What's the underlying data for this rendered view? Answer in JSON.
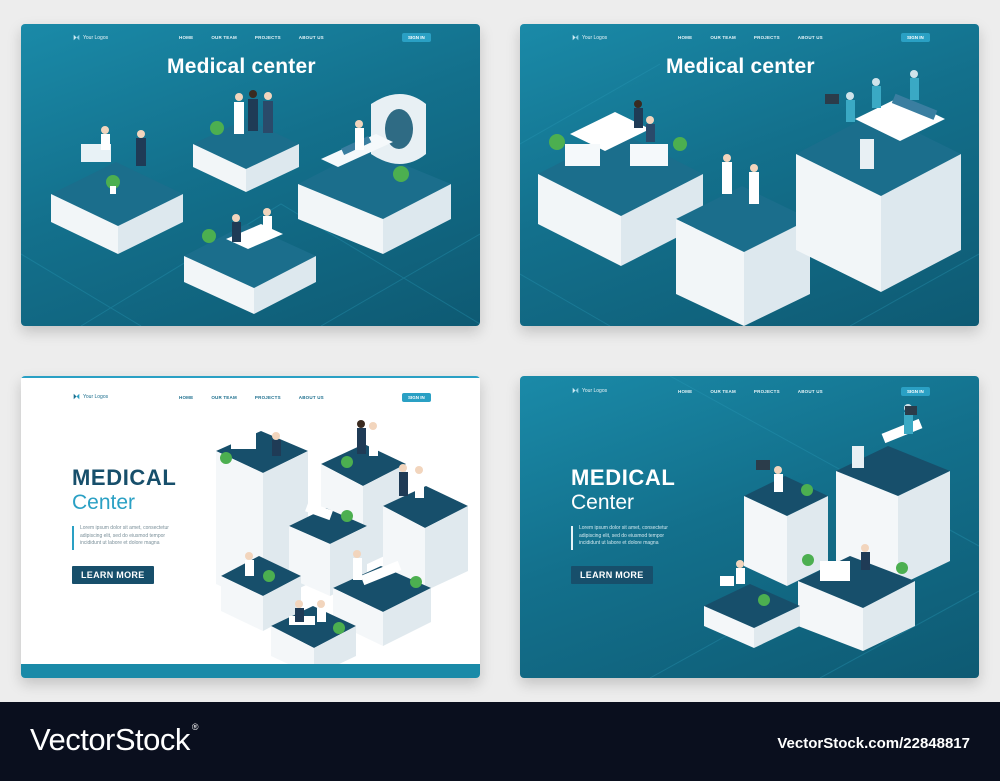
{
  "nav": {
    "logo_text": "Your Logos",
    "links": [
      "HOME",
      "OUR TEAM",
      "PROJECTS",
      "ABOUT US"
    ],
    "signin": "SIGN IN"
  },
  "panels": [
    {
      "title": "Medical center"
    },
    {
      "title": "Medical center"
    },
    {
      "hero_line1": "MEDICAL",
      "hero_line2": "Center",
      "lorem": "Lorem ipsum dolor sit amet, consectetur adipiscing elit, sed do eiusmod tempor incididunt ut labore et dolore magna",
      "button": "LEARN MORE"
    },
    {
      "hero_line1": "MEDICAL",
      "hero_line2": "Center",
      "lorem": "Lorem ipsum dolor sit amet, consectetur adipiscing elit, sed do eiusmod tempor incididunt ut labore et dolore magna",
      "button": "LEARN MORE"
    }
  ],
  "colors": {
    "teal_dark": "#0e5a73",
    "teal": "#1a8aa8",
    "accent": "#2aa0c4",
    "button": "#174f6b",
    "hero_dark": "#174f6b",
    "hero_light": "#2aa0c4",
    "footer": "#0a0f1e"
  },
  "footer": {
    "brand": "VectorStock",
    "registered": "®",
    "image_id": "VectorStock.com/22848817"
  }
}
